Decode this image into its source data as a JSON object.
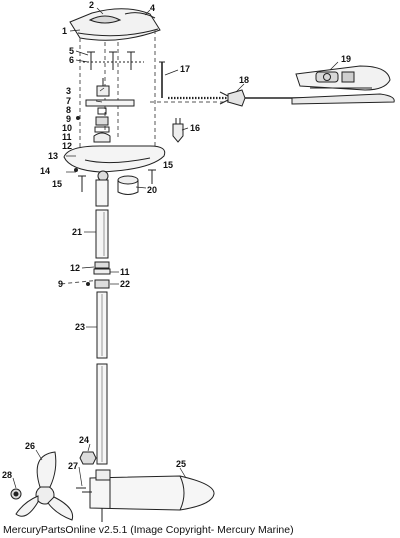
{
  "caption": "MercuryPartsOnline v2.5.1 (Image Copyright- Mercury Marine)",
  "callouts": {
    "c1": "1",
    "c2": "2",
    "c3": "3",
    "c4": "4",
    "c5": "5",
    "c6": "6",
    "c7": "7",
    "c8": "8",
    "c9a": "9",
    "c9b": "9",
    "c10": "10",
    "c11a": "11",
    "c11b": "11",
    "c12a": "12",
    "c12b": "12",
    "c13": "13",
    "c14": "14",
    "c15a": "15",
    "c15b": "15",
    "c16": "16",
    "c17": "17",
    "c18": "18",
    "c19": "19",
    "c20": "20",
    "c21": "21",
    "c22": "22",
    "c23": "23",
    "c24": "24",
    "c25": "25",
    "c26": "26",
    "c27": "27",
    "c28": "28"
  }
}
